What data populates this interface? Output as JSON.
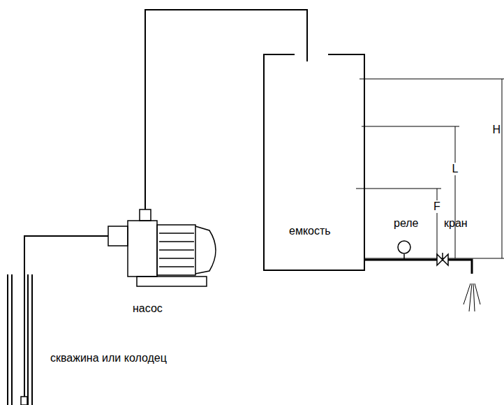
{
  "diagram": {
    "nodes": [
      {
        "text": [
          "емкость"
        ]
      }
    ],
    "labels": [
      "насос",
      "скважина или колодец",
      "реле",
      "кран",
      "F",
      "L",
      "H"
    ]
  }
}
